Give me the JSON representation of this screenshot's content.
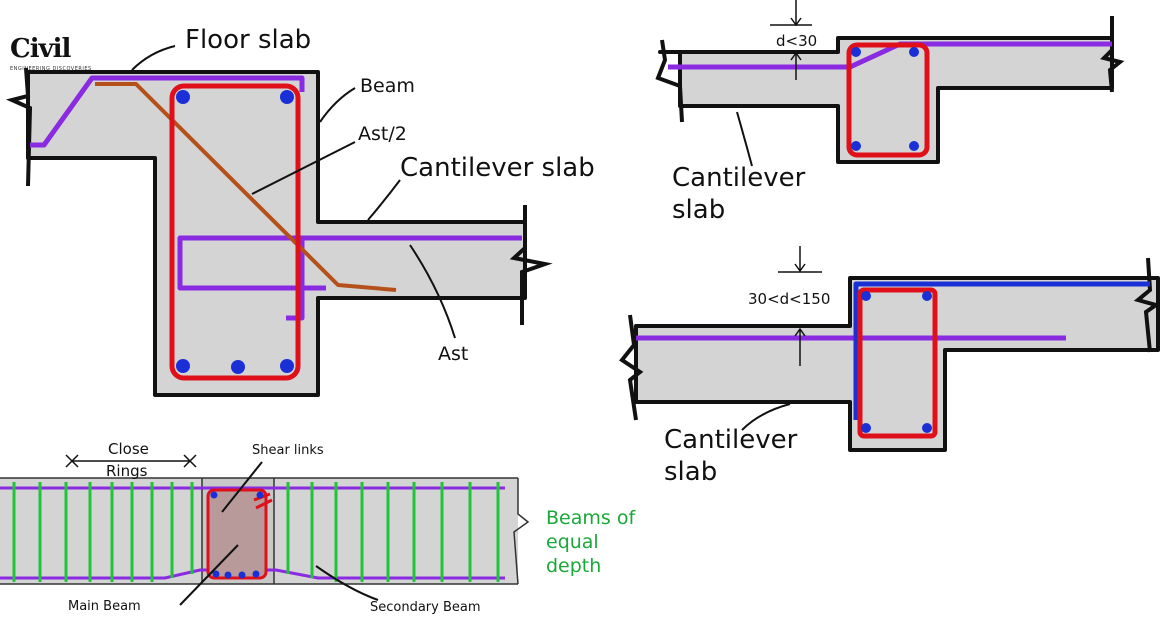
{
  "logo": {
    "word": "Civil",
    "tag1": "ENGINEERING",
    "tag2": "DISCOVERIES",
    "accent": "#d3202a"
  },
  "labels": {
    "floor_slab": "Floor slab",
    "beam": "Beam",
    "ast_half": "Ast/2",
    "cantilever_slab_main": "Cantilever slab",
    "ast": "Ast",
    "d_small": "d<30",
    "cantilever_a_l1": "Cantilever",
    "cantilever_a_l2": "slab",
    "d_range": "30<d<150",
    "cantilever_b_l1": "Cantilever",
    "cantilever_b_l2": "slab",
    "close_rings_l1": "Close",
    "close_rings_l2": "Rings",
    "shear_links": "Shear links",
    "main_beam": "Main Beam",
    "secondary_beam": "Secondary Beam",
    "beams_equal_l1": "Beams of",
    "beams_equal_l2": "equal",
    "beams_equal_l3": "depth"
  },
  "colors": {
    "concrete": "#d4d4d4",
    "outline": "#111111",
    "main_bar": "#e0101a",
    "slab_bar": "#8a2be2",
    "bent_bar": "#b5501a",
    "top_bar": "#1b2fd6",
    "stirrup": "#1fc43a",
    "label_green": "#1aa83a"
  }
}
